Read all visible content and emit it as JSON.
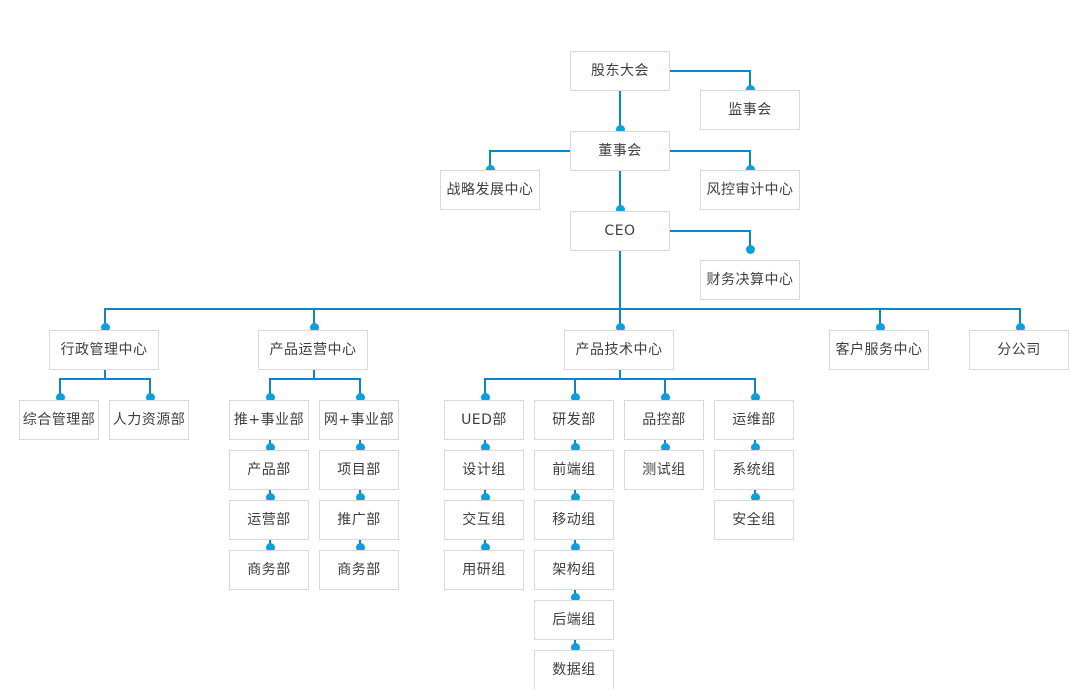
{
  "chart_title": "",
  "colors": {
    "edge": "#0c86c4",
    "dot": "#0aa0dd",
    "node_border": "#d9d9d9",
    "node_background": "#ffffff",
    "text": "#3e3e3e",
    "page_background": "#ffffff"
  },
  "nodes": {
    "shareholders_meeting": "股东大会",
    "board_of_supervisors": "监事会",
    "board_of_directors": "董事会",
    "strategic_development_center": "战略发展中心",
    "risk_audit_center": "风控审计中心",
    "ceo": "CEO",
    "finance_settlement_center": "财务决算中心",
    "admin_management_center": "行政管理中心",
    "product_operation_center": "产品运营中心",
    "product_technology_center": "产品技术中心",
    "customer_service_center": "客户服务中心",
    "branch_company": "分公司",
    "general_management_dept": "综合管理部",
    "human_resources_dept": "人力资源部",
    "tui_plus_business_unit": "推+事业部",
    "wang_plus_business_unit": "网+事业部",
    "product_dept": "产品部",
    "project_dept": "项目部",
    "operation_dept": "运营部",
    "promotion_dept": "推广部",
    "business_dept_left": "商务部",
    "business_dept_right": "商务部",
    "ued_dept": "UED部",
    "rd_dept": "研发部",
    "qa_dept": "品控部",
    "ops_dept": "运维部",
    "design_group": "设计组",
    "frontend_group": "前端组",
    "test_group": "测试组",
    "system_group": "系统组",
    "interaction_group": "交互组",
    "mobile_group": "移动组",
    "security_group": "安全组",
    "user_research_group": "用研组",
    "architecture_group": "架构组",
    "backend_group": "后端组",
    "data_group": "数据组"
  },
  "chart_data": {
    "type": "diagram",
    "diagram_kind": "organization-chart",
    "hierarchy": [
      {
        "name": "股东大会",
        "children": [
          {
            "name": "监事会",
            "children": []
          },
          {
            "name": "董事会",
            "children": [
              {
                "name": "战略发展中心",
                "children": []
              },
              {
                "name": "风控审计中心",
                "children": []
              },
              {
                "name": "CEO",
                "children": [
                  {
                    "name": "财务决算中心",
                    "children": []
                  },
                  {
                    "name": "行政管理中心",
                    "children": [
                      {
                        "name": "综合管理部",
                        "children": []
                      },
                      {
                        "name": "人力资源部",
                        "children": []
                      }
                    ]
                  },
                  {
                    "name": "产品运营中心",
                    "children": [
                      {
                        "name": "推+事业部",
                        "children": [
                          {
                            "name": "产品部",
                            "children": [
                              {
                                "name": "运营部",
                                "children": [
                                  {
                                    "name": "商务部",
                                    "children": []
                                  }
                                ]
                              }
                            ]
                          }
                        ]
                      },
                      {
                        "name": "网+事业部",
                        "children": [
                          {
                            "name": "项目部",
                            "children": [
                              {
                                "name": "推广部",
                                "children": [
                                  {
                                    "name": "商务部",
                                    "children": []
                                  }
                                ]
                              }
                            ]
                          }
                        ]
                      }
                    ]
                  },
                  {
                    "name": "产品技术中心",
                    "children": [
                      {
                        "name": "UED部",
                        "children": [
                          {
                            "name": "设计组",
                            "children": [
                              {
                                "name": "交互组",
                                "children": [
                                  {
                                    "name": "用研组",
                                    "children": []
                                  }
                                ]
                              }
                            ]
                          }
                        ]
                      },
                      {
                        "name": "研发部",
                        "children": [
                          {
                            "name": "前端组",
                            "children": [
                              {
                                "name": "移动组",
                                "children": [
                                  {
                                    "name": "架构组",
                                    "children": [
                                      {
                                        "name": "后端组",
                                        "children": [
                                          {
                                            "name": "数据组",
                                            "children": []
                                          }
                                        ]
                                      }
                                    ]
                                  }
                                ]
                              }
                            ]
                          }
                        ]
                      },
                      {
                        "name": "品控部",
                        "children": [
                          {
                            "name": "测试组",
                            "children": []
                          }
                        ]
                      },
                      {
                        "name": "运维部",
                        "children": [
                          {
                            "name": "系统组",
                            "children": [
                              {
                                "name": "安全组",
                                "children": []
                              }
                            ]
                          }
                        ]
                      }
                    ]
                  },
                  {
                    "name": "客户服务中心",
                    "children": []
                  },
                  {
                    "name": "分公司",
                    "children": []
                  }
                ]
              }
            ]
          }
        ]
      }
    ]
  }
}
